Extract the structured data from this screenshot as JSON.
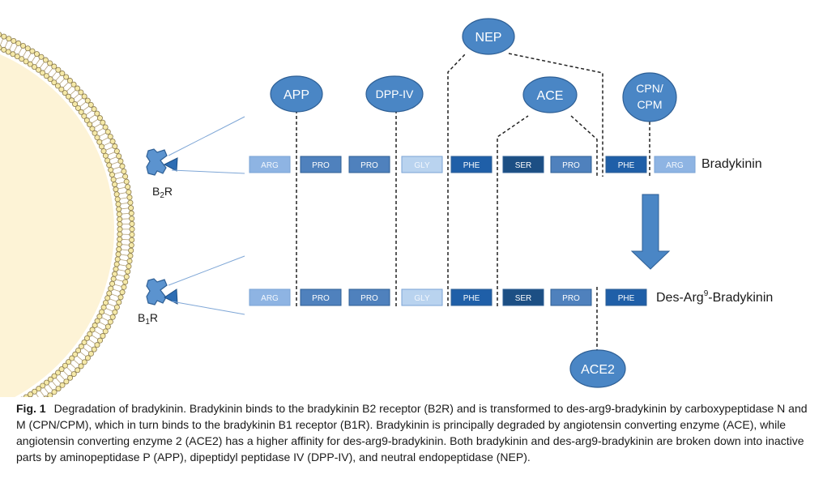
{
  "enzymes": {
    "app": "APP",
    "dpp4": "DPP-IV",
    "nep": "NEP",
    "ace": "ACE",
    "cpn_line1": "CPN/",
    "cpn_line2": "CPM",
    "ace2": "ACE2"
  },
  "receptors": {
    "b2r": {
      "base": "B",
      "sub": "2",
      "suffix": "R"
    },
    "b1r": {
      "base": "B",
      "sub": "1",
      "suffix": "R"
    }
  },
  "bradykinin": {
    "label": "Bradykinin",
    "residues": [
      "ARG",
      "PRO",
      "PRO",
      "GLY",
      "PHE",
      "SER",
      "PRO",
      "PHE",
      "ARG"
    ]
  },
  "des_arg_bradykinin": {
    "label_prefix": "Des-Arg",
    "label_sup": "9",
    "label_suffix": "-Bradykinin",
    "residues": [
      "ARG",
      "PRO",
      "PRO",
      "GLY",
      "PHE",
      "SER",
      "PRO",
      "PHE"
    ]
  },
  "colors": {
    "enzyme_fill": "#4a86c5",
    "arg": "#8eb4e3",
    "pro": "#4f81bd",
    "gly": "#b9d3ef",
    "phe": "#1f5fa8",
    "ser": "#1c4f84",
    "membrane_bead": "#f5e9a8",
    "cell": "#fdf3d6"
  },
  "caption": {
    "label": "Fig. 1",
    "text": "Degradation of bradykinin. Bradykinin binds to the bradykinin B2 receptor (B2R) and is transformed to des-arg9-bradykinin by carboxypeptidase N and M (CPN/CPM), which in turn binds to the bradykinin B1 receptor (B1R). Bradykinin is principally degraded by angiotensin converting enzyme (ACE), while angiotensin converting enzyme 2 (ACE2) has a higher affinity for des-arg9-bradykinin. Both bradykinin and des-arg9-bradykinin are broken down into inactive parts by aminopeptidase P (APP), dipeptidyl peptidase IV (DPP-IV), and neutral endopeptidase (NEP)."
  }
}
